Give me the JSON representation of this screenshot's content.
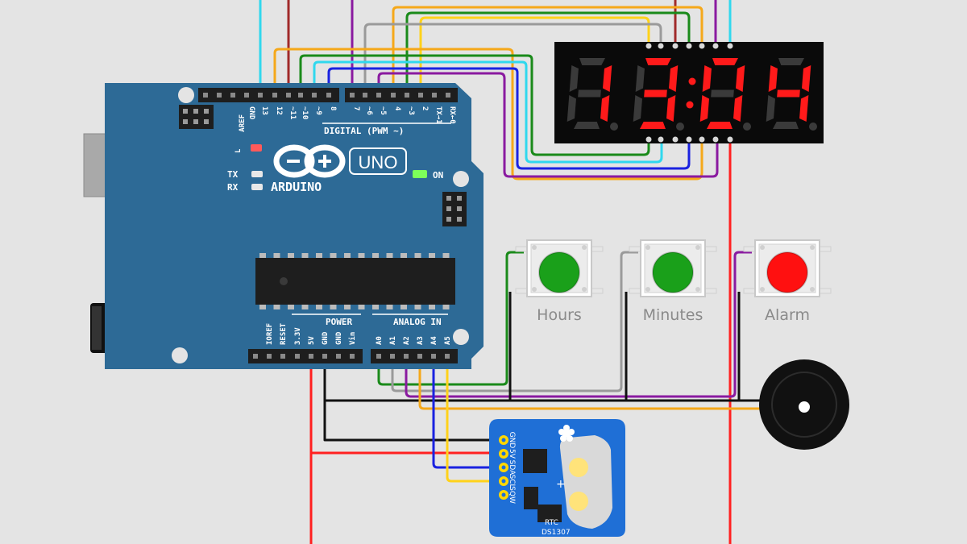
{
  "arduino": {
    "logo_text": "ARDUINO",
    "model_text": "UNO",
    "on_label": "ON",
    "tx_label": "TX",
    "rx_label": "RX",
    "l_label": "L",
    "digital_label": "DIGITAL (PWM ~)",
    "power_label": "POWER",
    "analog_label": "ANALOG IN",
    "aref_label": "AREF",
    "digital_pins": [
      "GND",
      "13",
      "12",
      "~11",
      "~10",
      "~9",
      "8",
      "7",
      "~6",
      "~5",
      "4",
      "~3",
      "2",
      "TX→1",
      "RX←0"
    ],
    "power_pins": [
      "IOREF",
      "RESET",
      "3.3V",
      "5V",
      "GND",
      "GND",
      "Vin"
    ],
    "analog_pins": [
      "A0",
      "A1",
      "A2",
      "A3",
      "A4",
      "A5"
    ]
  },
  "display": {
    "digits": "13:04",
    "segment_on_color": "#ff1a1a",
    "segment_off_color": "#3a3a3a"
  },
  "buttons": [
    {
      "label": "Hours",
      "color": "#1aa01a"
    },
    {
      "label": "Minutes",
      "color": "#1aa01a"
    },
    {
      "label": "Alarm",
      "color": "#ff1010"
    }
  ],
  "rtc": {
    "title": "RTC",
    "chip": "DS1307",
    "pins": [
      "GND",
      "5V",
      "SDA",
      "SCL",
      "SQW"
    ]
  },
  "wire_colors": {
    "red": "#ff2020",
    "black": "#111111",
    "yellow": "#ffd21a",
    "blue": "#1a22e0",
    "purple": "#8a1aa0",
    "green": "#1a8a1a",
    "cyan": "#30d8ee",
    "gray": "#9a9a9a",
    "orange": "#f5a81a",
    "brown": "#a02a2a"
  }
}
